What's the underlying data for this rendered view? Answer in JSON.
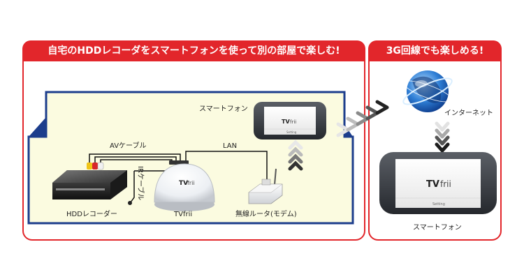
{
  "colors": {
    "accent": "#e2262b",
    "house_fill": "#fbfbe0",
    "house_stroke": "#1c3d8c"
  },
  "left_panel": {
    "title": "自宅のHDDレコーダをスマートフォンを使って別の部屋で楽しむ!"
  },
  "right_panel": {
    "title": "3G回線でも楽しめる!"
  },
  "labels": {
    "smartphone_top": "スマートフォン",
    "av_cable": "AVケーブル",
    "lan": "LAN",
    "ir_cable": "IRケーブル",
    "hdd_recorder": "HDDレコーダー",
    "tvfrii": "TVfrii",
    "router": "無線ルータ(モデム)",
    "internet": "インターネット",
    "smartphone_right": "スマートフォン"
  },
  "logo": {
    "tv": "TV",
    "frii": "frii",
    "setting": "Setting"
  }
}
